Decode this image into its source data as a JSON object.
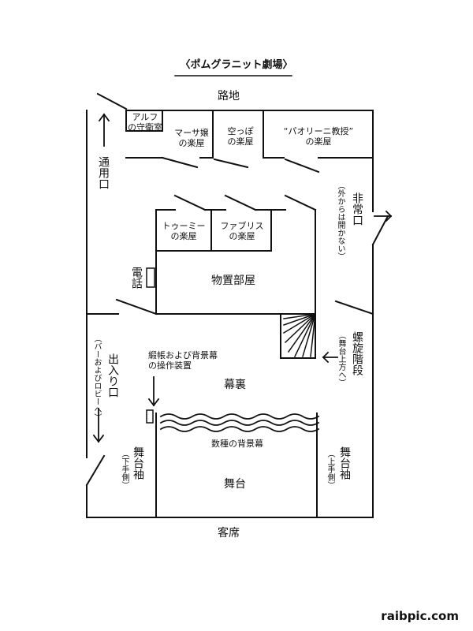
{
  "title": "〈ポムグラニット劇場〉",
  "labels": {
    "alley": "路地",
    "audience": "客席",
    "service_entrance": "通用口",
    "emergency_exit": "非常口",
    "emergency_note": "（外からは開かない）",
    "phone": "電話",
    "storage": "物置部屋",
    "spiral_stairs": "螺旋階段",
    "stairs_note": "（舞台上方へ）",
    "entrance": "出入り口",
    "entrance_note": "（バーおよびロビーへ）",
    "curtain_controls": "緞帳および背景幕の操作装置",
    "backstage": "幕裏",
    "backdrops": "数種の背景幕",
    "stage": "舞台",
    "wing_left": "舞台袖",
    "wing_left_note": "（下手側）",
    "wing_right": "舞台袖",
    "wing_right_note": "（上手側）"
  },
  "rooms": {
    "alf": "アルフ\nの守衛室",
    "martha": "マーサ嬢\nの楽屋",
    "empty": "空っぽ\nの楽屋",
    "pavoli": "“パオリーニ教授”\nの楽屋",
    "toumey": "トゥーミー\nの楽屋",
    "fabrice": "ファブリス\nの楽屋"
  },
  "watermark": "raibpic.com"
}
